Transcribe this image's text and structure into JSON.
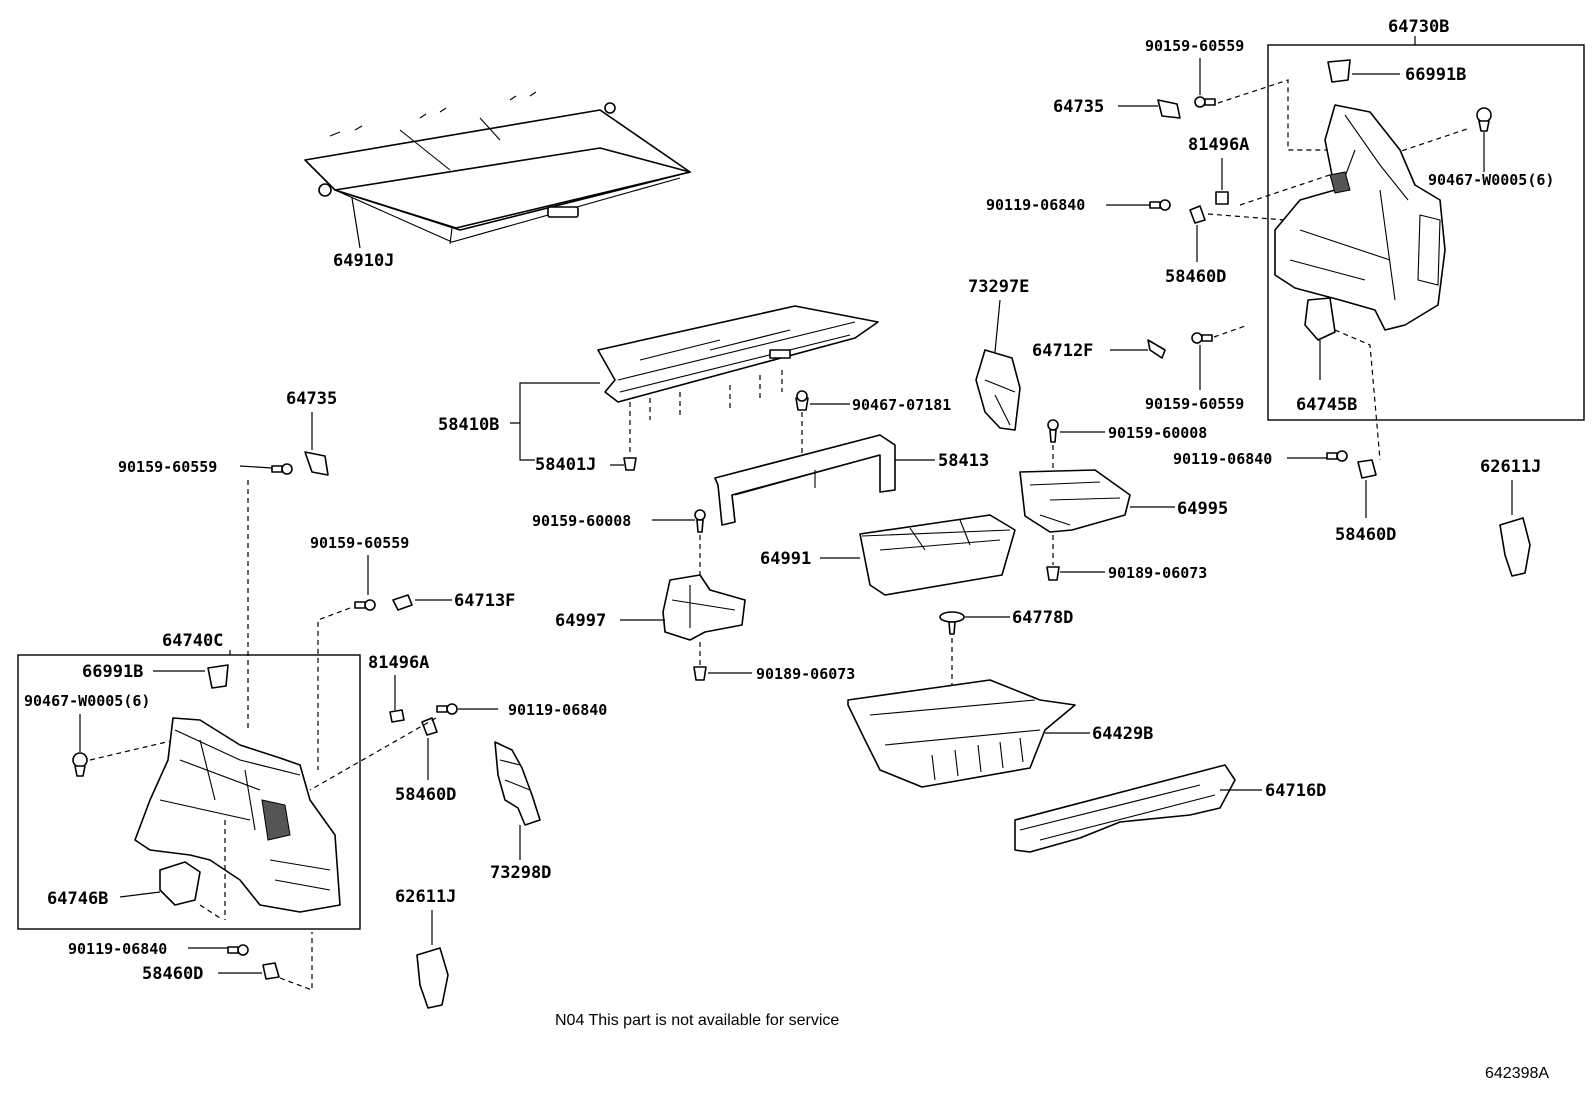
{
  "labels": {
    "p64910J": "64910J",
    "p58410B": "58410B",
    "p58401J": "58401J",
    "p90467_07181": "90467-07181",
    "p58413": "58413",
    "p73297E": "73297E",
    "p64712F": "64712F",
    "p90159_60008_right": "90159-60008",
    "p64995": "64995",
    "p90189_06073_right": "90189-06073",
    "p64991": "64991",
    "p90159_60008_mid": "90159-60008",
    "p64997": "64997",
    "p90189_06073_mid": "90189-06073",
    "p64778D": "64778D",
    "p64429B": "64429B",
    "p64716D": "64716D",
    "p64735_left": "64735",
    "p90159_60559_left": "90159-60559",
    "p90159_60559_leftmid": "90159-60559",
    "p64713F": "64713F",
    "p64740C": "64740C",
    "p66991B_left": "66991B",
    "p90467_W0005_left": "90467-W0005(6)",
    "p81496A_left": "81496A",
    "p90119_06840_leftmid": "90119-06840",
    "p58460D_leftmid": "58460D",
    "p73298D": "73298D",
    "p64746B": "64746B",
    "p90119_06840_left": "90119-06840",
    "p58460D_left": "58460D",
    "p62611J_left": "62611J",
    "p64730B": "64730B",
    "p90159_60559_top": "90159-60559",
    "p66991B_right": "66991B",
    "p64735_right": "64735",
    "p81496A_right": "81496A",
    "p90467_W0005_right": "90467-W0005(6)",
    "p90119_06840_rightup": "90119-06840",
    "p58460D_rightup": "58460D",
    "p90159_60559_rightlow": "90159-60559",
    "p64745B": "64745B",
    "p90119_06840_right": "90119-06840",
    "p58460D_right": "58460D",
    "p62611J_right": "62611J"
  },
  "note": "N04 This part is not  available for service",
  "figure_id": "642398A"
}
